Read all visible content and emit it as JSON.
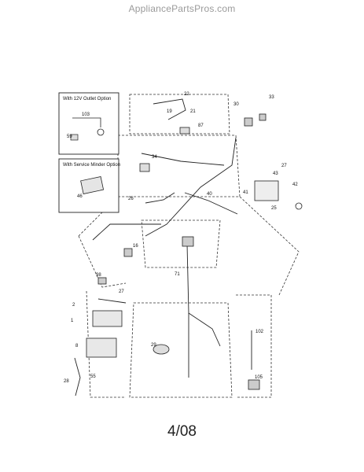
{
  "watermark": "AppliancePartsPros.com",
  "footer": "4/08",
  "insets": {
    "outlet_title": "With 12V Outlet Option",
    "service_title": "With Service Minder Option"
  },
  "callouts": {
    "c22": "22",
    "c19": "19",
    "c21": "21",
    "c87": "87",
    "c30": "30",
    "c33": "33",
    "c103": "103",
    "c59": "59",
    "c34": "34",
    "c27a": "27",
    "c43": "43",
    "c41": "41",
    "c42": "42",
    "c25": "25",
    "c40": "40",
    "c26": "26",
    "c46": "46",
    "c16": "16",
    "c71": "71",
    "c98": "98",
    "c2": "2",
    "c27b": "27",
    "c1": "1",
    "c8": "8",
    "c29": "29",
    "c102": "102",
    "c28": "28",
    "c55": "55",
    "c105": "105"
  }
}
